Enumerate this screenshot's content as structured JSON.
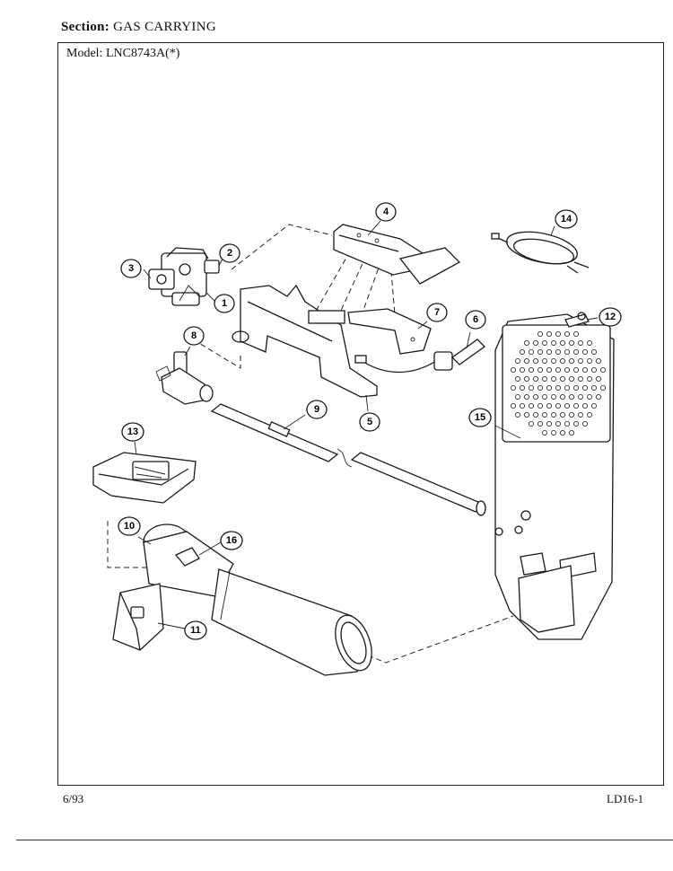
{
  "header": {
    "section_label": "Section:",
    "section_value": "GAS CARRYING",
    "model_label": "Model:",
    "model_value": "LNC8743A(*)"
  },
  "footer": {
    "date": "6/93",
    "page_code": "LD16-1"
  },
  "callouts": [
    {
      "num": "1"
    },
    {
      "num": "2"
    },
    {
      "num": "3"
    },
    {
      "num": "4"
    },
    {
      "num": "5"
    },
    {
      "num": "6"
    },
    {
      "num": "7"
    },
    {
      "num": "8"
    },
    {
      "num": "9"
    },
    {
      "num": "10"
    },
    {
      "num": "11"
    },
    {
      "num": "12"
    },
    {
      "num": "13"
    },
    {
      "num": "14"
    },
    {
      "num": "15"
    },
    {
      "num": "16"
    }
  ]
}
